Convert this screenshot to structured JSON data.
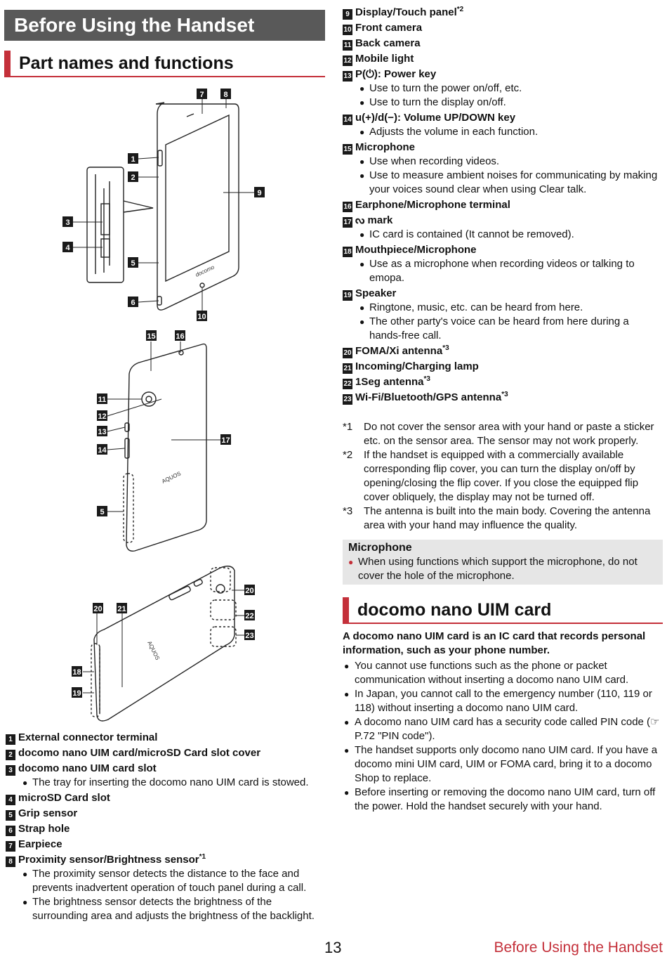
{
  "header": {
    "chapter_title": "Before Using the Handset"
  },
  "sections": {
    "parts_title": "Part names and functions",
    "uim_title": "docomo nano UIM card"
  },
  "figure": {
    "brand_front": "docomo",
    "brand_back": "AQUOS",
    "brand_side": "AQUOS",
    "labels": [
      "1",
      "2",
      "3",
      "4",
      "5",
      "6",
      "7",
      "8",
      "9",
      "10",
      "11",
      "12",
      "13",
      "14",
      "15",
      "16",
      "17",
      "18",
      "19",
      "20",
      "21",
      "22",
      "23"
    ]
  },
  "parts_left": [
    {
      "num": "1",
      "name": "External connector terminal",
      "bullets": []
    },
    {
      "num": "2",
      "name": "docomo nano UIM card/microSD Card slot cover",
      "bullets": []
    },
    {
      "num": "3",
      "name": "docomo nano UIM card slot",
      "bullets": [
        "The tray for inserting the docomo nano UIM card is stowed."
      ]
    },
    {
      "num": "4",
      "name": "microSD Card slot",
      "bullets": []
    },
    {
      "num": "5",
      "name": "Grip sensor",
      "bullets": []
    },
    {
      "num": "6",
      "name": "Strap hole",
      "bullets": []
    },
    {
      "num": "7",
      "name": "Earpiece",
      "bullets": []
    },
    {
      "num": "8",
      "name": "Proximity sensor/Brightness sensor",
      "sup": "*1",
      "bullets": [
        "The proximity sensor detects the distance to the face and prevents inadvertent operation of touch panel during a call.",
        "The brightness sensor detects the brightness of the surrounding area and adjusts the brightness of the backlight."
      ]
    }
  ],
  "parts_right": [
    {
      "num": "9",
      "name": "Display/Touch panel",
      "sup": "*2",
      "bullets": []
    },
    {
      "num": "10",
      "name": "Front camera",
      "bullets": []
    },
    {
      "num": "11",
      "name": "Back camera",
      "bullets": []
    },
    {
      "num": "12",
      "name": "Mobile light",
      "bullets": []
    },
    {
      "num": "13",
      "name": "P(⏻): Power key",
      "bullets": [
        "Use to turn the power on/off, etc.",
        "Use to turn the display on/off."
      ]
    },
    {
      "num": "14",
      "name": "u(+)/d(−): Volume UP/DOWN key",
      "bullets": [
        "Adjusts the volume in each function."
      ]
    },
    {
      "num": "15",
      "name": "Microphone",
      "bullets": [
        "Use when recording videos.",
        "Use to measure ambient noises for communicating by making your voices sound clear when using Clear talk."
      ]
    },
    {
      "num": "16",
      "name": "Earphone/Microphone terminal",
      "bullets": []
    },
    {
      "num": "17",
      "name": "ᔓ mark",
      "bullets": [
        "IC card is contained (It cannot be removed)."
      ]
    },
    {
      "num": "18",
      "name": "Mouthpiece/Microphone",
      "bullets": [
        "Use as a microphone when recording videos or talking to emopa."
      ]
    },
    {
      "num": "19",
      "name": "Speaker",
      "bullets": [
        "Ringtone, music, etc. can be heard from here.",
        "The other party's voice can be heard from here during a hands-free call."
      ]
    },
    {
      "num": "20",
      "name": "FOMA/Xi antenna",
      "sup": "*3",
      "bullets": []
    },
    {
      "num": "21",
      "name": "Incoming/Charging lamp",
      "bullets": []
    },
    {
      "num": "22",
      "name": "1Seg antenna",
      "sup": "*3",
      "bullets": []
    },
    {
      "num": "23",
      "name": "Wi-Fi/Bluetooth/GPS antenna",
      "sup": "*3",
      "bullets": []
    }
  ],
  "notes": [
    {
      "mark": "*1",
      "text": "Do not cover the sensor area with your hand or paste a sticker etc. on the sensor area. The sensor may not work properly."
    },
    {
      "mark": "*2",
      "text": "If the handset is equipped with a commercially available corresponding flip cover, you can turn the display on/off by opening/closing the flip cover. If you close the equipped flip cover obliquely, the display may not be turned off."
    },
    {
      "mark": "*3",
      "text": "The antenna is built into the main body. Covering the antenna area with your hand may influence the quality."
    }
  ],
  "mic_box": {
    "title": "Microphone",
    "text": "When using functions which support the microphone, do not cover the hole of the microphone."
  },
  "uim": {
    "intro": "A docomo nano UIM card is an IC card that records personal information, such as your phone number.",
    "bullets": [
      "You cannot use functions such as the phone or packet communication without inserting a docomo nano UIM card.",
      "In Japan, you cannot call to the emergency number (110, 119 or 118) without inserting a docomo nano UIM card.",
      "A docomo nano UIM card has a security code called PIN code (☞P.72 \"PIN code\").",
      "The handset supports only docomo nano UIM card. If you have a docomo mini UIM card, UIM or FOMA card, bring it to a docomo Shop to replace.",
      "Before inserting or removing the docomo nano UIM card, turn off the power. Hold the handset securely with your hand."
    ]
  },
  "footer": {
    "page_number": "13",
    "section_link": "Before Using the Handset"
  },
  "colors": {
    "accent": "#c4303a",
    "chapter_bar": "#595959",
    "note_box": "#e6e6e6"
  }
}
